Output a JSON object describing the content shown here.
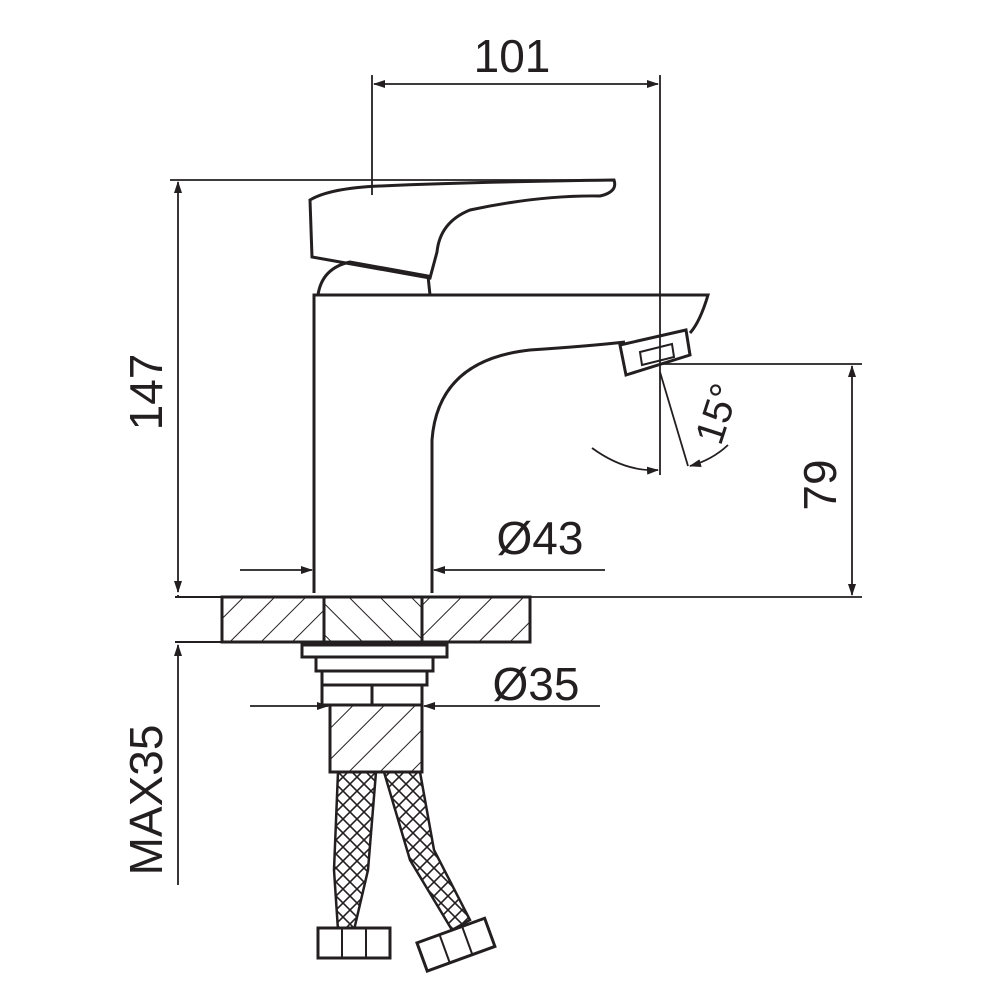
{
  "dimensions": {
    "width_top": "101",
    "height_total": "147",
    "spout_height": "79",
    "body_diameter": "Ø43",
    "thread_diameter": "Ø35",
    "max_thickness": "MAX35",
    "spout_angle": "15°"
  },
  "colors": {
    "line": "#231f20",
    "background": "#ffffff"
  }
}
